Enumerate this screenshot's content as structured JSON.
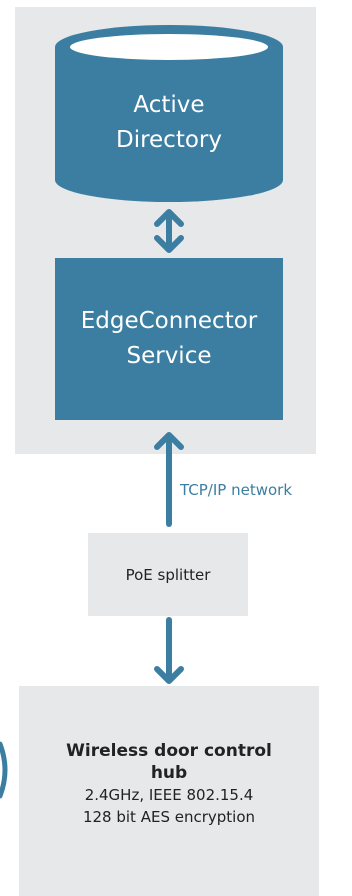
{
  "nodes": {
    "active_directory": "Active\nDirectory",
    "edgeconnector_service": "EdgeConnector\nService",
    "poe_splitter": "PoE splitter",
    "hub": {
      "title": "Wireless door control\nhub",
      "spec_1": "2.4GHz, IEEE 802.15.4",
      "spec_2": "128 bit AES encryption"
    }
  },
  "edges": {
    "network_label": "TCP/IP network"
  },
  "colors": {
    "accent": "#3b7ea1",
    "panel": "#e6e8ea",
    "text": "#222222"
  },
  "icons": {
    "cylinder": "database-cylinder-icon",
    "arrows": "arrow-icon"
  }
}
